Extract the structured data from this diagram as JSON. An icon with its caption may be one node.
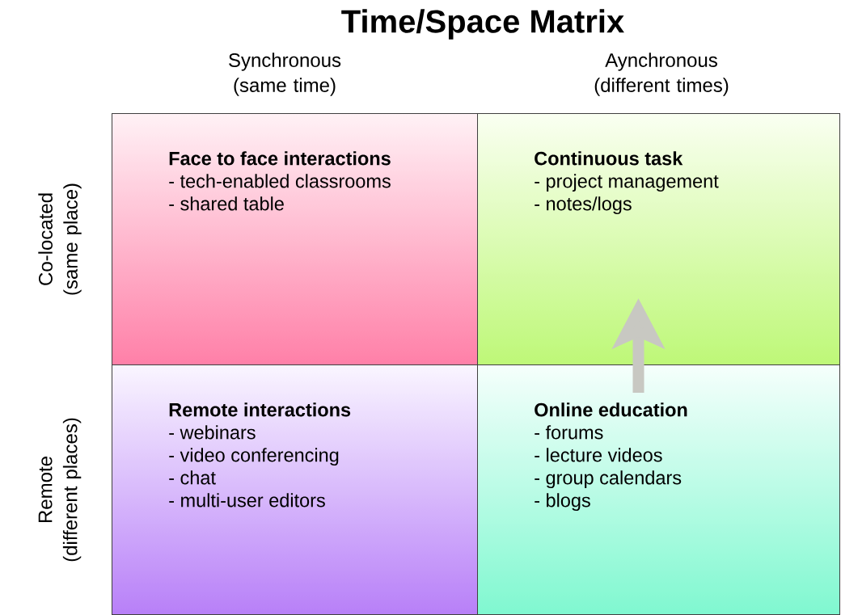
{
  "diagram": {
    "title": "Time/Space Matrix",
    "nodes": [
      {
        "text": [
          "Face to face interactions",
          "- tech-enabled classrooms",
          "- shared table"
        ]
      },
      {
        "text": [
          "Continuous task",
          "- project management",
          "- notes/logs"
        ]
      },
      {
        "text": [
          "Remote interactions",
          "- webinars",
          "- video conferencing",
          "- chat",
          "- multi-user editors"
        ]
      },
      {
        "text": [
          "Online education",
          "- forums",
          "- lecture videos",
          "- group calendars",
          "- blogs"
        ]
      }
    ],
    "edges": [
      {
        "from": 3,
        "to": 1,
        "arrow": "to"
      }
    ],
    "labels": [
      "Synchronous (same time)",
      "Aynchronous (different times)",
      "Co-located (same place)",
      "Remote (different places)"
    ]
  }
}
